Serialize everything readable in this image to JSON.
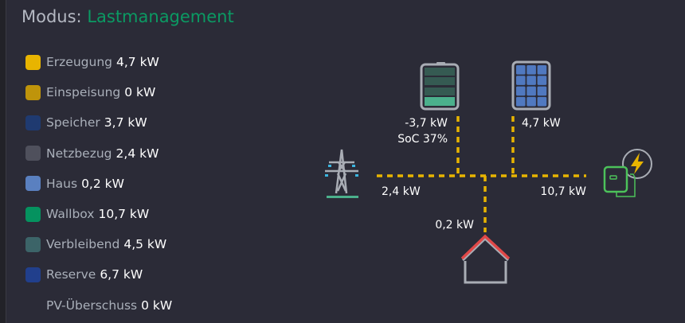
{
  "header": {
    "label": "Modus:",
    "mode": "Lastmanagement",
    "mode_color": "#0b9a63"
  },
  "legend": [
    {
      "label": "Erzeugung",
      "value": "4,7 kW",
      "color": "#e8b400"
    },
    {
      "label": "Einspeisung",
      "value": "0 kW",
      "color": "#bf940b"
    },
    {
      "label": "Speicher",
      "value": "3,7 kW",
      "color": "#1f3a70"
    },
    {
      "label": "Netzbezug",
      "value": "2,4 kW",
      "color": "#4f505c"
    },
    {
      "label": "Haus",
      "value": "0,2 kW",
      "color": "#5a80c0"
    },
    {
      "label": "Wallbox",
      "value": "10,7 kW",
      "color": "#05925f"
    },
    {
      "label": "Verbleibend",
      "value": "4,5 kW",
      "color": "#3c6468"
    },
    {
      "label": "Reserve",
      "value": "6,7 kW",
      "color": "#213f8c"
    },
    {
      "label": "PV-Überschuss",
      "value": "0 kW",
      "color": ""
    }
  ],
  "diagram": {
    "battery": {
      "power": "-3,7 kW",
      "soc": "SoC 37%",
      "soc_percent": 37
    },
    "pv": {
      "power": "4,7 kW"
    },
    "grid": {
      "power": "2,4 kW"
    },
    "wallbox": {
      "power": "10,7 kW"
    },
    "house": {
      "power": "0,2 kW"
    },
    "flow_color": "#e8b400"
  }
}
